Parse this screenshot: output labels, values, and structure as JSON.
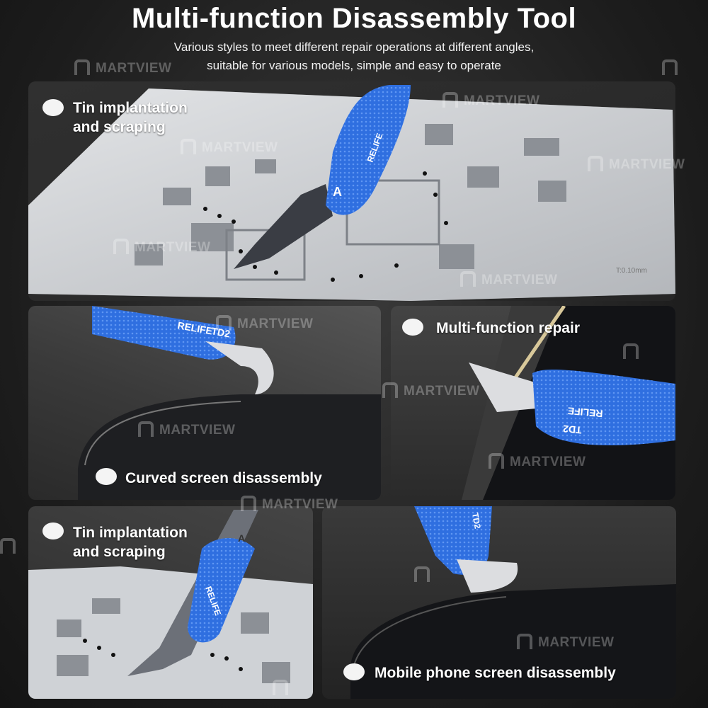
{
  "header": {
    "title": "Multi-function Disassembly Tool",
    "subtitle_line1": "Various styles to meet different repair operations at different angles,",
    "subtitle_line2": "suitable for various models, simple and easy to operate"
  },
  "panels": [
    {
      "label_line1": "Tin implantation",
      "label_line2": "and scraping"
    },
    {
      "label": "Curved screen disassembly"
    },
    {
      "label": "Multi-function repair"
    },
    {
      "label_line1": "Tin implantation",
      "label_line2": "and scraping"
    },
    {
      "label": "Mobile phone screen disassembly"
    }
  ],
  "tool": {
    "brand": "RELIFE",
    "model": "TD2",
    "blade_mark": "A",
    "stencil_mark": "T:0.10mm"
  },
  "watermark": "MARTVIEW",
  "colors": {
    "tool_blue": "#2f6fe0",
    "stencil_gray": "#cfd2d6",
    "blade_steel": "#3a3d44"
  }
}
